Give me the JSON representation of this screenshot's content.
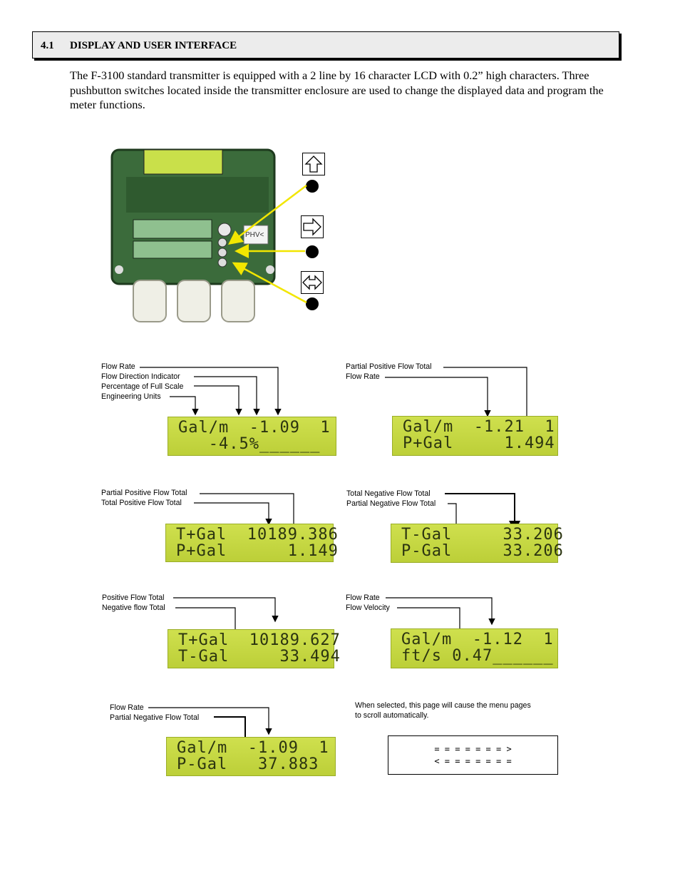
{
  "section": {
    "number": "4.1",
    "title": "DISPLAY AND USER INTERFACE"
  },
  "intro": "The F-3100 standard transmitter is equipped with a 2 line by 16 character LCD with 0.2” high characters. Three pushbutton switches located inside the transmitter enclosure are used to change the displayed data and program the meter functions.",
  "photo": {
    "sticker_text": "PHV<"
  },
  "buttons": [
    {
      "icon": "up-arrow-icon"
    },
    {
      "icon": "right-arrow-icon"
    },
    {
      "icon": "left-right-arrow-icon"
    }
  ],
  "panels": {
    "p1": {
      "labels": [
        "Flow Rate",
        "Flow Direction Indicator",
        "Percentage of Full Scale",
        "Engineering Units"
      ],
      "line1": "Gal/m  -1.09  1",
      "line2": "   -4.5%______"
    },
    "p2": {
      "labels": [
        "Partial Positive Flow Total",
        "Flow Rate"
      ],
      "line1": "Gal/m  -1.21  1",
      "line2": "P+Gal     1.494"
    },
    "p3": {
      "labels": [
        "Partial Positive Flow Total",
        "Total Positive Flow Total"
      ],
      "line1": "T+Gal  10189.386",
      "line2": "P+Gal      1.149"
    },
    "p4": {
      "labels": [
        "Total Negative Flow Total",
        "Partial Negative Flow Total"
      ],
      "line1": "T-Gal     33.206",
      "line2": "P-Gal     33.206"
    },
    "p5": {
      "labels": [
        "Positive Flow Total",
        "Negative flow Total"
      ],
      "line1": "T+Gal  10189.627",
      "line2": "T-Gal     33.494"
    },
    "p6": {
      "labels": [
        "Flow Rate",
        "Flow Velocity"
      ],
      "line1": "Gal/m  -1.12  1",
      "line2": "ft/s 0.47______"
    },
    "p7": {
      "labels": [
        "Flow Rate",
        "Partial Negative Flow Total"
      ],
      "line1": "Gal/m  -1.09  1",
      "line2": "P-Gal   37.883"
    },
    "p8": {
      "caption_line1": "When selected, this page will cause the menu pages",
      "caption_line2": "to scroll automatically.",
      "line1": "= = = = = = = >",
      "line2": "< = = = = = = ="
    }
  }
}
